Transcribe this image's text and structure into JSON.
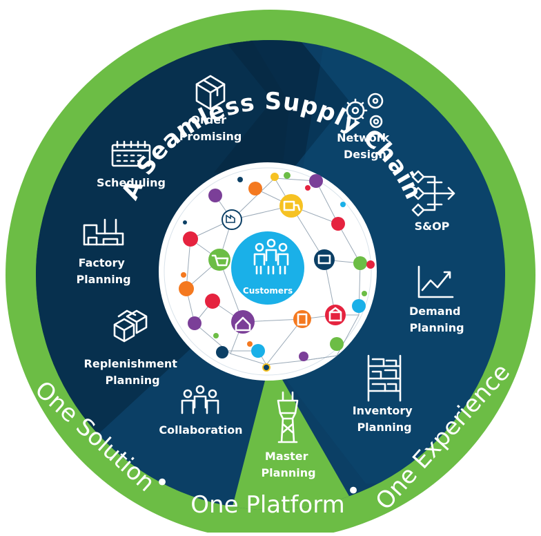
{
  "ring": {
    "top_title": "A Seamless Supply Chain",
    "left_text": "One Solution",
    "bottom_text": "One Platform",
    "right_text": "One Experience",
    "separator": "•"
  },
  "center": {
    "label": "Customers"
  },
  "segments": {
    "order_promising": [
      "Order",
      "Promising"
    ],
    "network_design": [
      "Network",
      "Design"
    ],
    "scheduling": [
      "Scheduling"
    ],
    "sop": [
      "S&OP"
    ],
    "factory_planning": [
      "Factory",
      "Planning"
    ],
    "demand_planning": [
      "Demand",
      "Planning"
    ],
    "replenishment_planning": [
      "Replenishment",
      "Planning"
    ],
    "inventory_planning": [
      "Inventory",
      "Planning"
    ],
    "collaboration": [
      "Collaboration"
    ],
    "master_planning": [
      "Master",
      "Planning"
    ]
  },
  "colors": {
    "green": "#6cbd45",
    "navy": "#0a3d62",
    "navy_dark": "#072f4c",
    "cyan": "#1ab0e8",
    "white": "#ffffff"
  }
}
